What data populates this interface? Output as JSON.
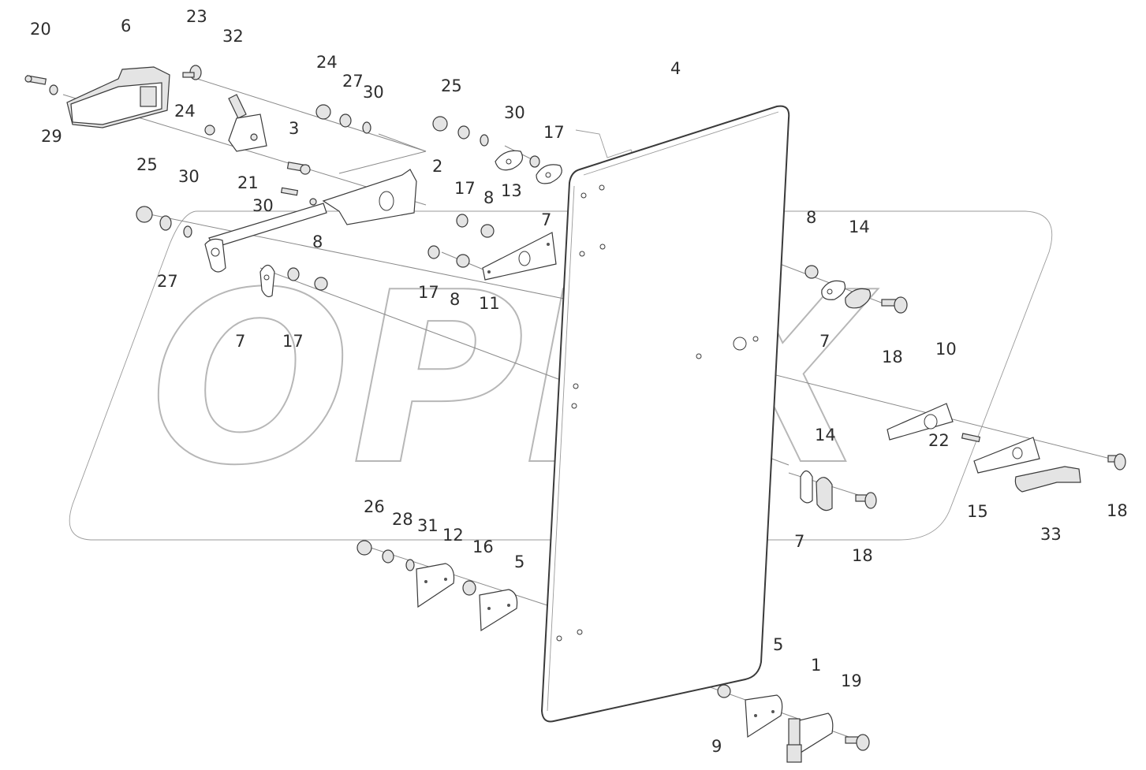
{
  "watermark": {
    "text": "OPEX"
  },
  "callouts": [
    "1",
    "2",
    "3",
    "4",
    "5",
    "5",
    "6",
    "7",
    "7",
    "7",
    "7",
    "7",
    "8",
    "8",
    "8",
    "8",
    "9",
    "10",
    "11",
    "12",
    "13",
    "14",
    "14",
    "15",
    "16",
    "17",
    "17",
    "17",
    "17",
    "17",
    "18",
    "18",
    "18",
    "18",
    "19",
    "20",
    "21",
    "22",
    "23",
    "24",
    "24",
    "25",
    "25",
    "26",
    "27",
    "27",
    "28",
    "29",
    "30",
    "30",
    "30",
    "30",
    "31",
    "32",
    "33"
  ],
  "colors": {
    "line": "#3a3a3a",
    "leader": "#8a8a8a",
    "watermark": "#b7b7b7",
    "label": "#2e2e2e"
  }
}
